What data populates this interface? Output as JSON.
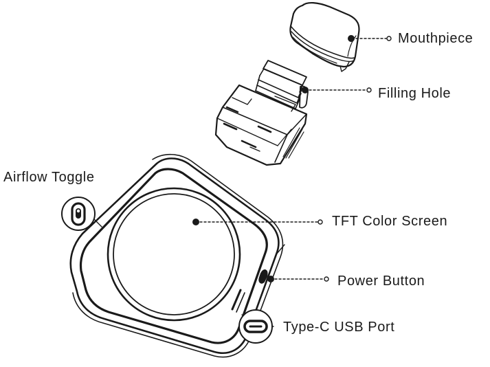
{
  "labels": {
    "mouthpiece": "Mouthpiece",
    "filling_hole": "Filling Hole",
    "airflow_toggle": "Airflow Toggle",
    "tft_screen": "TFT Color Screen",
    "power_button": "Power Button",
    "usb_port": "Type-C USB Port"
  },
  "colors": {
    "line": "#1a1a1a",
    "fill": "#ffffff"
  },
  "icons": {
    "airflow": "airflow-toggle-icon",
    "usb": "usb-c-port-icon"
  }
}
